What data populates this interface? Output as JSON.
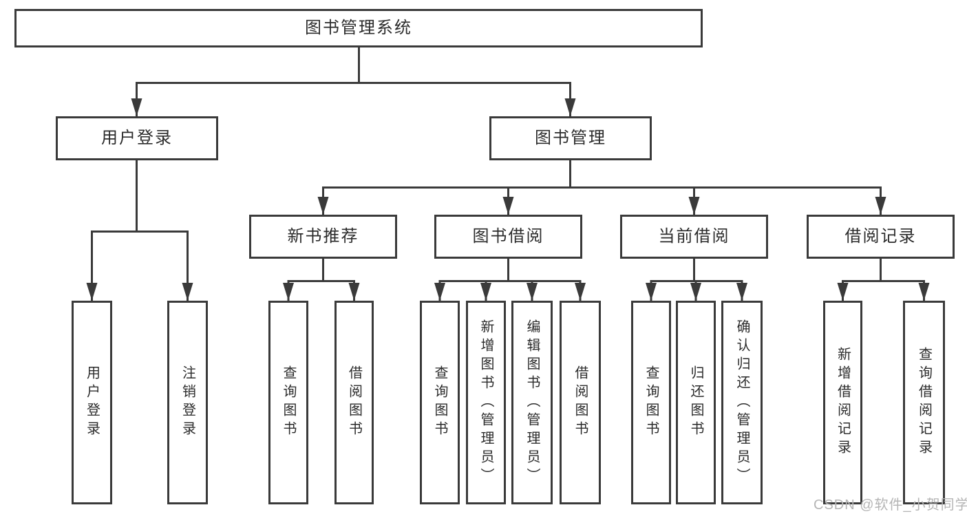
{
  "colors": {
    "line": "#3a3a3a",
    "text": "#2b2b2b",
    "background": "#ffffff",
    "watermark": "#b5b5b5"
  },
  "tree": {
    "label": "图书管理系统",
    "children": [
      {
        "label": "用户登录",
        "children": [
          {
            "label": "用户登录"
          },
          {
            "label": "注销登录"
          }
        ]
      },
      {
        "label": "图书管理",
        "children": [
          {
            "label": "新书推荐",
            "children": [
              {
                "label": "查询图书"
              },
              {
                "label": "借阅图书"
              }
            ]
          },
          {
            "label": "图书借阅",
            "children": [
              {
                "label": "查询图书"
              },
              {
                "label": "新增图书（管理员）"
              },
              {
                "label": "编辑图书（管理员）"
              },
              {
                "label": "借阅图书"
              }
            ]
          },
          {
            "label": "当前借阅",
            "children": [
              {
                "label": "查询图书"
              },
              {
                "label": "归还图书"
              },
              {
                "label": "确认归还（管理员）"
              }
            ]
          },
          {
            "label": "借阅记录",
            "children": [
              {
                "label": "新增借阅记录"
              },
              {
                "label": "查询借阅记录"
              }
            ]
          }
        ]
      }
    ]
  },
  "watermark": {
    "text": "CSDN @软件_小贺同学"
  }
}
